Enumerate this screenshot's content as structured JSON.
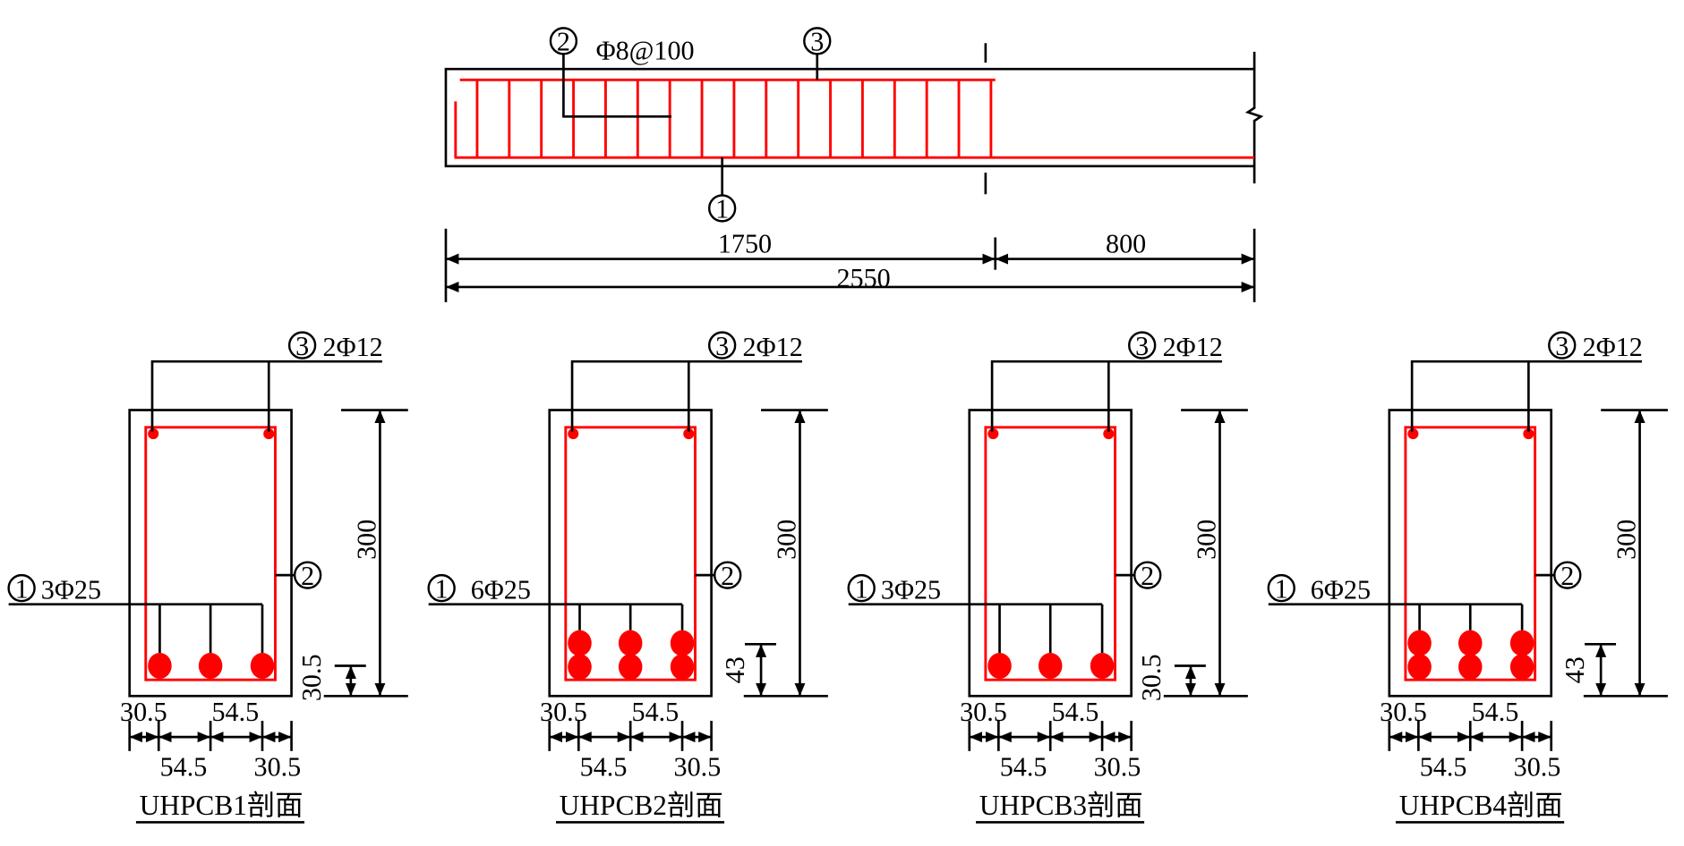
{
  "elevation": {
    "stirrup_label": "Φ8@100",
    "markers": {
      "bottom_bar": "1",
      "stirrup": "2",
      "top_bar": "3"
    },
    "dims": {
      "span1": "1750",
      "span2": "800",
      "total": "2550"
    },
    "stirrup_count": 17
  },
  "sections": [
    {
      "title": "UHPCB1剖面",
      "top_marker": "3",
      "top_label": "2Φ12",
      "stirrup_marker": "2",
      "bottom_marker": "1",
      "bottom_label": "3Φ25",
      "bottom_rows": 1,
      "height": "300",
      "cover": "30.5",
      "w_left": "30.5",
      "w_mid1": "54.5",
      "w_mid2": "54.5",
      "w_right": "30.5"
    },
    {
      "title": "UHPCB2剖面",
      "top_marker": "3",
      "top_label": "2Φ12",
      "stirrup_marker": "2",
      "bottom_marker": "1",
      "bottom_label": "6Φ25",
      "bottom_rows": 2,
      "height": "300",
      "cover": "43",
      "w_left": "30.5",
      "w_mid1": "54.5",
      "w_mid2": "54.5",
      "w_right": "30.5"
    },
    {
      "title": "UHPCB3剖面",
      "top_marker": "3",
      "top_label": "2Φ12",
      "stirrup_marker": "2",
      "bottom_marker": "1",
      "bottom_label": "3Φ25",
      "bottom_rows": 1,
      "height": "300",
      "cover": "30.5",
      "w_left": "30.5",
      "w_mid1": "54.5",
      "w_mid2": "54.5",
      "w_right": "30.5"
    },
    {
      "title": "UHPCB4剖面",
      "top_marker": "3",
      "top_label": "2Φ12",
      "stirrup_marker": "2",
      "bottom_marker": "1",
      "bottom_label": "6Φ25",
      "bottom_rows": 2,
      "height": "300",
      "cover": "43",
      "w_left": "30.5",
      "w_mid1": "54.5",
      "w_mid2": "54.5",
      "w_right": "30.5"
    }
  ],
  "colors": {
    "rebar": "#ff0000",
    "outline": "#000000"
  }
}
